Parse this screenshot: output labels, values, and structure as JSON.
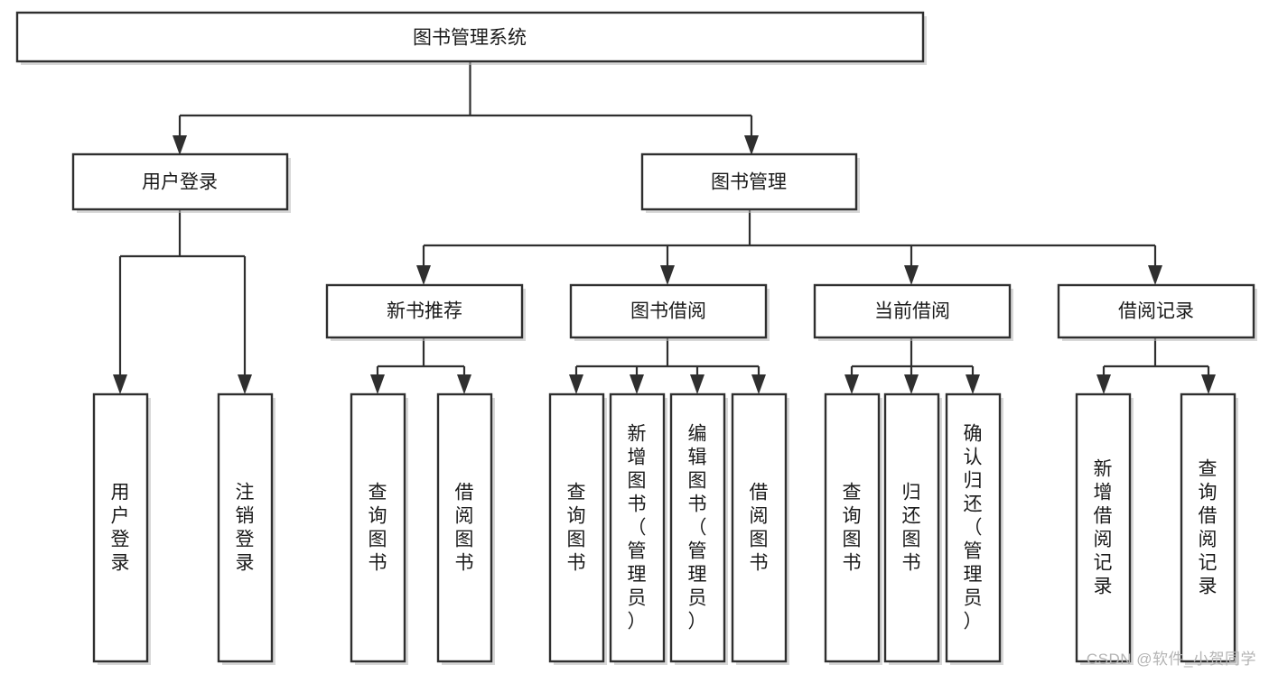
{
  "diagram": {
    "type": "tree",
    "title": "图书管理系统",
    "watermark": "CSDN @软件_小贺同学",
    "colors": {
      "box_stroke": "#2f2f2f",
      "box_fill": "#ffffff",
      "text": "#1a1a1a",
      "shadow": "#b8b8b8",
      "watermark": "#b4b4b4",
      "background": "#ffffff"
    },
    "root": {
      "label": "图书管理系统"
    },
    "level2": [
      {
        "label": "用户登录"
      },
      {
        "label": "图书管理"
      }
    ],
    "level3": [
      {
        "label": "新书推荐"
      },
      {
        "label": "图书借阅"
      },
      {
        "label": "当前借阅"
      },
      {
        "label": "借阅记录"
      }
    ],
    "leaves_user_login": [
      {
        "label": "用户登录"
      },
      {
        "label": "注销登录"
      }
    ],
    "leaves_new_book": [
      {
        "label": "查询图书"
      },
      {
        "label": "借阅图书"
      }
    ],
    "leaves_borrow": [
      {
        "label": "查询图书"
      },
      {
        "label": "新增图书（管理员）"
      },
      {
        "label": "编辑图书（管理员）"
      },
      {
        "label": "借阅图书"
      }
    ],
    "leaves_current": [
      {
        "label": "查询图书"
      },
      {
        "label": "归还图书"
      },
      {
        "label": "确认归还（管理员）"
      }
    ],
    "leaves_records": [
      {
        "label": "新增借阅记录"
      },
      {
        "label": "查询借阅记录"
      }
    ]
  }
}
